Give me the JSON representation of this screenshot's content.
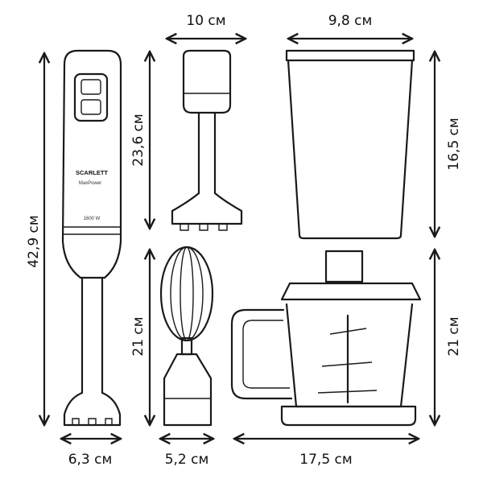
{
  "dimensions": {
    "blender_height": "42,9 см",
    "blender_width": "6,3 см",
    "shaft_width": "10 см",
    "shaft_height": "23,6 см",
    "whisk_height": "21 см",
    "whisk_width": "5,2 см",
    "cup_width": "9,8 см",
    "cup_height": "16,5 см",
    "chopper_height": "21 см",
    "chopper_width": "17,5 см"
  },
  "product": {
    "brand": "SCARLETT",
    "series": "MaxPower",
    "power": "1600 W"
  },
  "colors": {
    "line": "#1a1a1a",
    "background": "#ffffff"
  }
}
